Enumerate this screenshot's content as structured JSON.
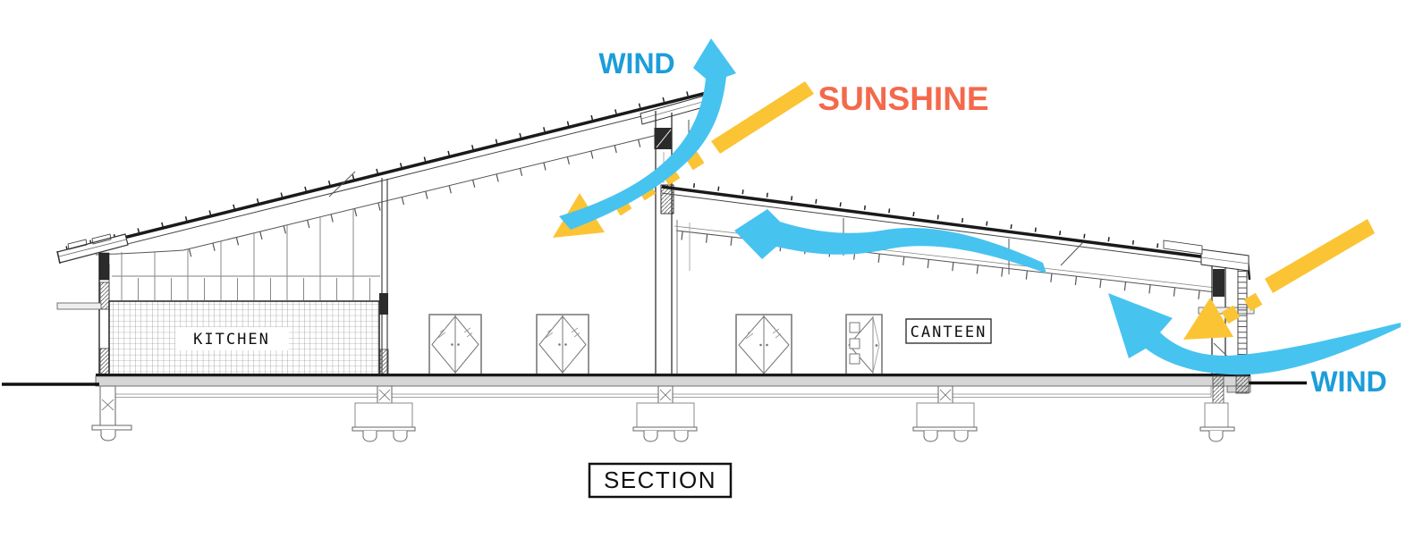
{
  "drawing": {
    "caption": "SECTION",
    "rooms": {
      "kitchen": "KITCHEN",
      "canteen": "CANTEEN"
    },
    "annotations": {
      "wind_top": "WIND",
      "wind_right": "WIND",
      "sunshine": "SUNSHINE"
    },
    "colors": {
      "wind_arrow_fill": "#47C3F0",
      "wind_text": "#1C9DD9",
      "sunshine_text": "#F4694C",
      "sun_arrow_fill": "#FBC434",
      "drawing_line": "#1a1a1a",
      "slab_gray": "#d6d6d6"
    }
  }
}
